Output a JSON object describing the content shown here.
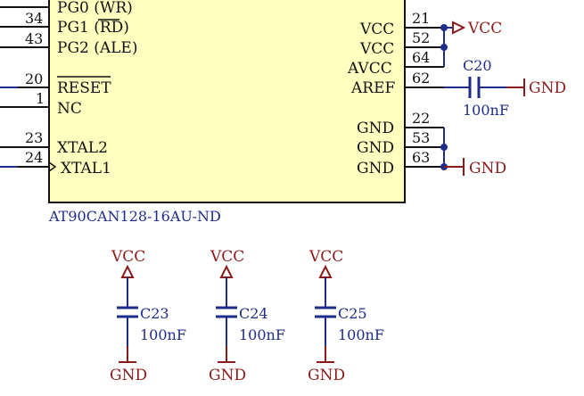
{
  "chip": {
    "part": "AT90CAN128-16AU-ND",
    "body_color": "#ffffbf",
    "left_pins": [
      {
        "num": "34",
        "name": "PG1 (RD)"
      },
      {
        "num": "43",
        "name": "PG2 (ALE)"
      },
      {
        "num": "20",
        "name": "RESET"
      },
      {
        "num": "1",
        "name": "NC"
      },
      {
        "num": "23",
        "name": "XTAL2"
      },
      {
        "num": "24",
        "name": "XTAL1"
      }
    ],
    "top_partial_pin": {
      "name": "PG0 (WR)"
    },
    "right_pins": [
      {
        "num": "21",
        "name": "VCC"
      },
      {
        "num": "52",
        "name": "VCC"
      },
      {
        "num": "64",
        "name": "AVCC"
      },
      {
        "num": "62",
        "name": "AREF"
      },
      {
        "num": "22",
        "name": "GND"
      },
      {
        "num": "53",
        "name": "GND"
      },
      {
        "num": "63",
        "name": "GND"
      }
    ]
  },
  "nets": {
    "vcc_label": "VCC",
    "gnd_label": "GND"
  },
  "c20": {
    "ref": "C20",
    "value": "100nF",
    "gnd": "GND"
  },
  "decoupling": [
    {
      "ref": "C23",
      "value": "100nF",
      "top": "VCC",
      "bottom": "GND"
    },
    {
      "ref": "C24",
      "value": "100nF",
      "top": "VCC",
      "bottom": "GND"
    },
    {
      "ref": "C25",
      "value": "100nF",
      "top": "VCC",
      "bottom": "GND"
    }
  ],
  "colors": {
    "wire": "#1f2d8a",
    "net_label": "#8b1a1a",
    "pin": "#111111"
  }
}
